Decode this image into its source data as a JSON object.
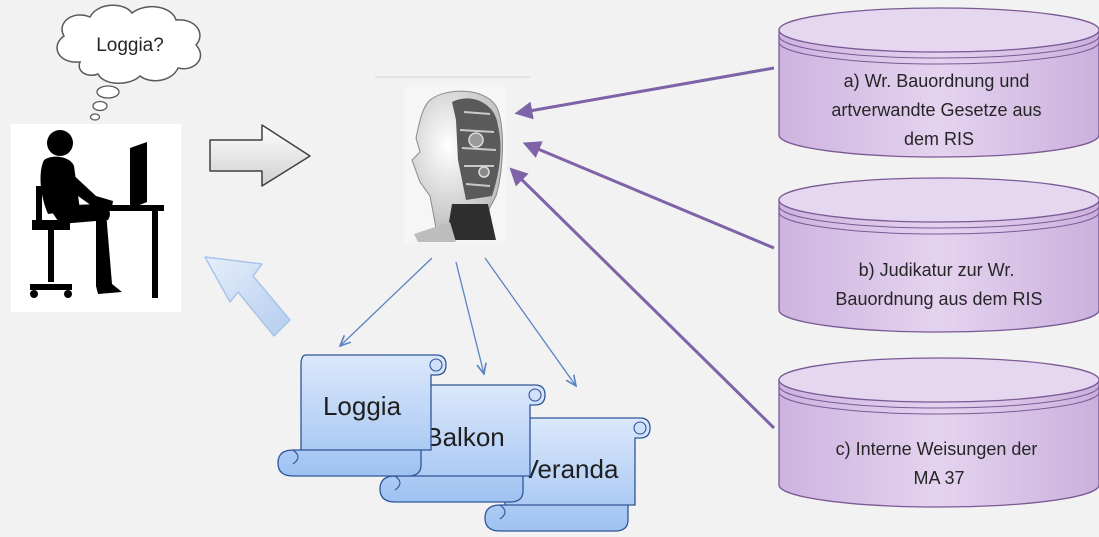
{
  "thought_bubble": {
    "text": "Loggia?"
  },
  "databases": [
    {
      "lines": [
        "a) Wr. Bauordnung und",
        "artverwandte Gesetze aus",
        "dem RIS"
      ]
    },
    {
      "lines": [
        "b) Judikatur zur Wr.",
        "Bauordnung aus dem RIS"
      ]
    },
    {
      "lines": [
        "c) Interne Weisungen der",
        "MA 37"
      ]
    }
  ],
  "results": [
    {
      "label": "Loggia"
    },
    {
      "label": "Balkon"
    },
    {
      "label": "Veranda"
    }
  ],
  "colors": {
    "background": "#f2f2f2",
    "database_fill": "#dcc6e9",
    "database_stroke": "#7a5a95",
    "arrow_purple": "#7e63a8",
    "arrow_blue": "#5b84c2",
    "scroll_fill": "#b6d1f6",
    "scroll_stroke": "#2f5597",
    "feedback_arrow": "#cfe0f7"
  }
}
